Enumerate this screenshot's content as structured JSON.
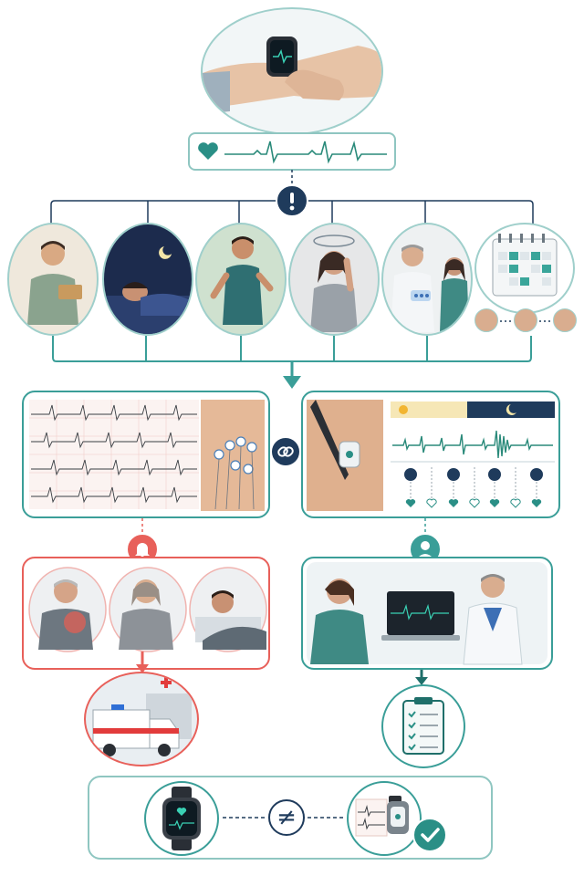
{
  "diagram": {
    "title": "",
    "colors": {
      "teal": "#3a9e98",
      "teal_dark": "#1f6f6a",
      "navy": "#1f3b5c",
      "alert_red": "#e8605a",
      "ecg_green": "#2a8a7a",
      "heart": "#2a8f86"
    },
    "icons": {
      "top": [
        "wristwatch-photo",
        "heart-icon",
        "ecg-trace",
        "exclamation-icon"
      ],
      "situations": [
        "resting-reading-photo",
        "sleeping-photo",
        "running-photo",
        "dizziness-headache-photo",
        "doctor-medication-photo",
        "calendar-icon"
      ],
      "bottom": [
        "smartwatch-icon",
        "not-equal-icon",
        "holter-patch-icon",
        "checkmark-icon"
      ]
    },
    "symbol_not_equal": "≠"
  }
}
